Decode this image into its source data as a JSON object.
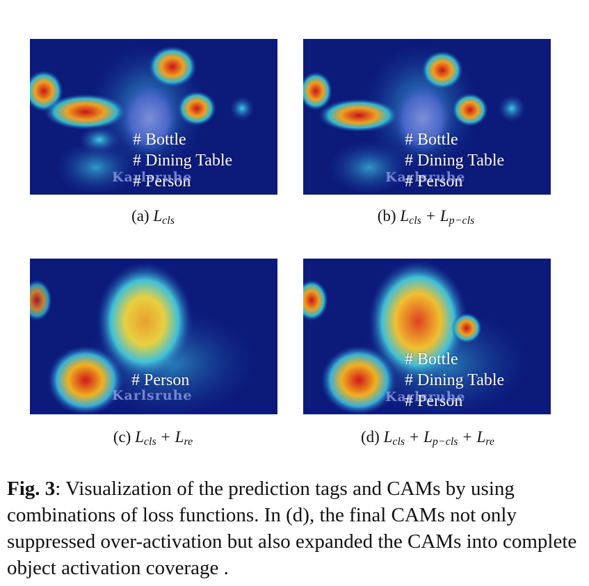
{
  "panels": {
    "a": {
      "tags": [
        "# Bottle",
        "# Dining Table",
        "# Person"
      ],
      "watermark": "Karlsruhe",
      "caption_prefix": "(a)",
      "caption_terms": [
        "L",
        "cls"
      ]
    },
    "b": {
      "tags": [
        "# Bottle",
        "# Dining Table",
        "# Person"
      ],
      "watermark": "Karlsruhe",
      "caption_prefix": "(b)"
    },
    "c": {
      "tags": [
        "# Person"
      ],
      "watermark": "Karlsruhe",
      "caption_prefix": "(c)"
    },
    "d": {
      "tags": [
        "# Bottle",
        "# Dining Table",
        "# Person"
      ],
      "watermark": "Karlsruhe",
      "caption_prefix": "(d)"
    }
  },
  "math": {
    "L": "L",
    "cls": "cls",
    "p_cls": "p−cls",
    "re": "re",
    "plus": "+"
  },
  "figure": {
    "label": "Fig. 3",
    "text": ": Visualization of the prediction tags and CAMs by using combinations of loss functions. In (d), the final CAMs not only suppressed over-activation but also expanded the CAMs into complete object activation coverage ."
  },
  "colors": {
    "heat_hot": "#e0201a",
    "heat_warm": "#f2c832",
    "heat_cool": "#2aa8e8",
    "background": "#0c1a7a"
  }
}
